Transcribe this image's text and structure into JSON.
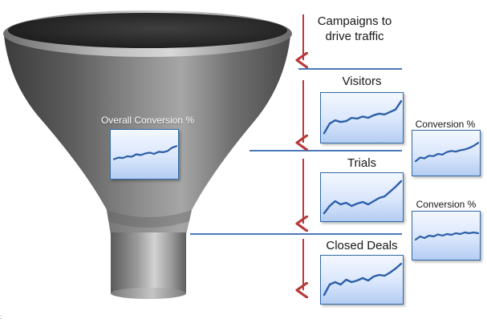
{
  "labels": {
    "campaigns": [
      "Campaigns to",
      "drive traffic"
    ],
    "visitors": "Visitors",
    "trials": "Trials",
    "closed_deals": "Closed Deals",
    "overall_conversion": "Overall Conversion %",
    "conversion_1": "Conversion %",
    "conversion_2": "Conversion %"
  },
  "caption": ":",
  "icons": {
    "funnel": "funnel-icon",
    "arrow": "down-arrow-icon",
    "trend": "trend-line-icon"
  },
  "colors": {
    "funnel_dark": "#4a4a4a",
    "funnel_light": "#bdbdbd",
    "arrow": "#b83a3a",
    "divider": "#4a78b8",
    "card_border": "#2f6aa8",
    "trend_line": "#2b5ea8",
    "card_fill_top": "#f4f8ff",
    "card_fill_bottom": "#b5cdf3"
  },
  "trend_series": {
    "visitors": [
      0.15,
      0.38,
      0.46,
      0.42,
      0.44,
      0.52,
      0.5,
      0.55,
      0.52,
      0.58,
      0.62,
      0.6,
      0.66,
      0.72,
      0.92
    ],
    "trials": [
      0.12,
      0.3,
      0.42,
      0.34,
      0.38,
      0.3,
      0.36,
      0.4,
      0.34,
      0.42,
      0.5,
      0.54,
      0.66,
      0.78,
      0.92
    ],
    "closed_deals": [
      0.14,
      0.4,
      0.46,
      0.4,
      0.52,
      0.46,
      0.5,
      0.56,
      0.5,
      0.6,
      0.64,
      0.62,
      0.7,
      0.8,
      0.92
    ],
    "overall_conversion": [
      0.4,
      0.44,
      0.43,
      0.47,
      0.46,
      0.52,
      0.5,
      0.54,
      0.56,
      0.53,
      0.58,
      0.57,
      0.6,
      0.68,
      0.72
    ],
    "conversion_1": [
      0.3,
      0.4,
      0.38,
      0.45,
      0.44,
      0.5,
      0.48,
      0.55,
      0.58,
      0.56,
      0.6,
      0.62,
      0.66,
      0.72,
      0.8
    ],
    "conversion_2": [
      0.42,
      0.5,
      0.46,
      0.52,
      0.5,
      0.55,
      0.52,
      0.56,
      0.54,
      0.58,
      0.56,
      0.6,
      0.58,
      0.6,
      0.58
    ]
  }
}
